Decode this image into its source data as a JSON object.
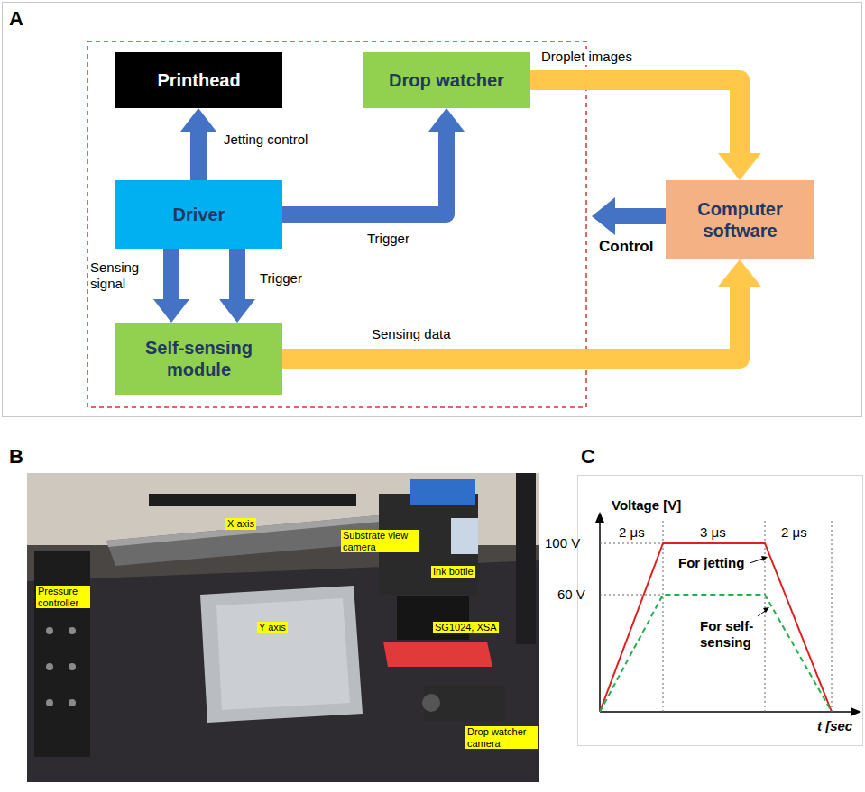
{
  "diagram": {
    "nodes": [
      {
        "text": [
          "Printhead"
        ]
      },
      {
        "text": [
          "Drop watcher"
        ]
      },
      {
        "text": [
          "Driver"
        ]
      },
      {
        "text": [
          "Self-sensing module"
        ]
      },
      {
        "text": [
          "Computer software"
        ]
      }
    ],
    "edges": [
      {
        "from": 2,
        "to": 0,
        "arrow": "to",
        "label": "Jetting control"
      },
      {
        "from": 2,
        "to": 1,
        "arrow": "to",
        "label": "Trigger"
      },
      {
        "from": 2,
        "to": 3,
        "arrow": "to",
        "label": "Sensing signal"
      },
      {
        "from": 2,
        "to": 3,
        "arrow": "to",
        "label": "Trigger"
      },
      {
        "from": 1,
        "to": 4,
        "arrow": "to",
        "label": "Droplet images"
      },
      {
        "from": 3,
        "to": 4,
        "arrow": "to",
        "label": "Sensing data"
      }
    ],
    "labels": [
      "A",
      "B",
      "C",
      "Control",
      "X axis",
      "Substrate view camera",
      "Ink bottle",
      "Pressure controller",
      "Y axis",
      "SG1024, XSA",
      "Drop watcher camera",
      "Voltage [V]",
      "100 V",
      "60 V",
      "2 μs",
      "3 μs",
      "2 μs",
      "For jetting",
      "For self-sensing",
      "t [sec"
    ]
  }
}
